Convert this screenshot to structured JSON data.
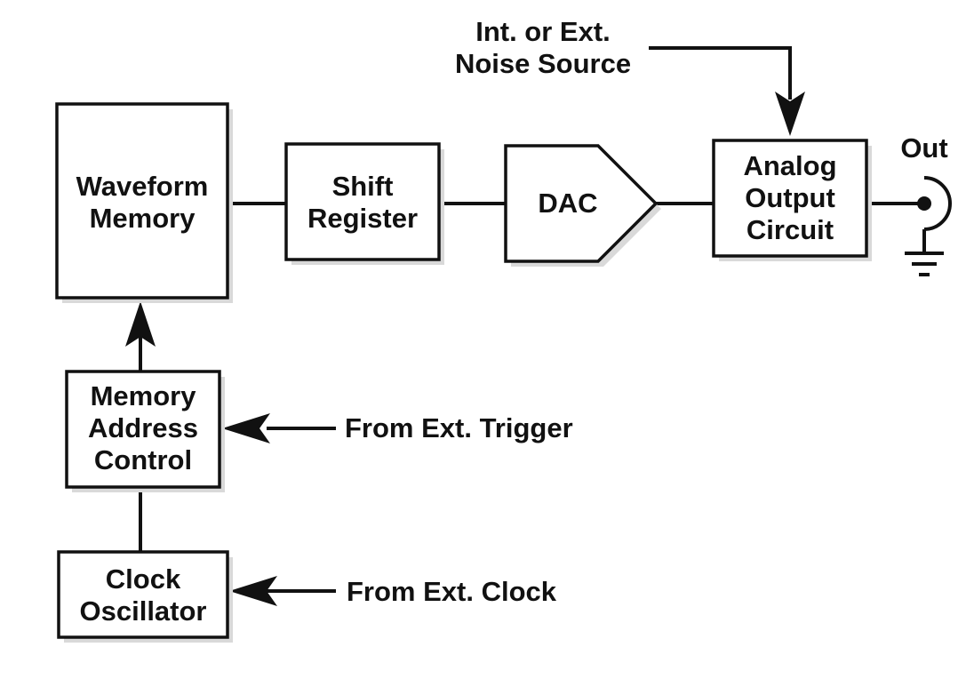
{
  "blocks": {
    "waveform_memory": [
      "Waveform",
      "Memory"
    ],
    "shift_register": [
      "Shift",
      "Register"
    ],
    "dac": "DAC",
    "analog_output_circuit": [
      "Analog",
      "Output",
      "Circuit"
    ],
    "memory_address_control": [
      "Memory",
      "Address",
      "Control"
    ],
    "clock_oscillator": [
      "Clock",
      "Oscillator"
    ]
  },
  "labels": {
    "noise_source": [
      "Int. or Ext.",
      "Noise Source"
    ],
    "out": "Out",
    "ext_trigger": "From Ext. Trigger",
    "ext_clock": "From Ext. Clock"
  },
  "colors": {
    "line": "#111111",
    "shadow": "#d9d9d9",
    "background": "#ffffff"
  },
  "icons": {
    "output_connector": "bnc-connector-icon",
    "ground": "ground-icon"
  }
}
